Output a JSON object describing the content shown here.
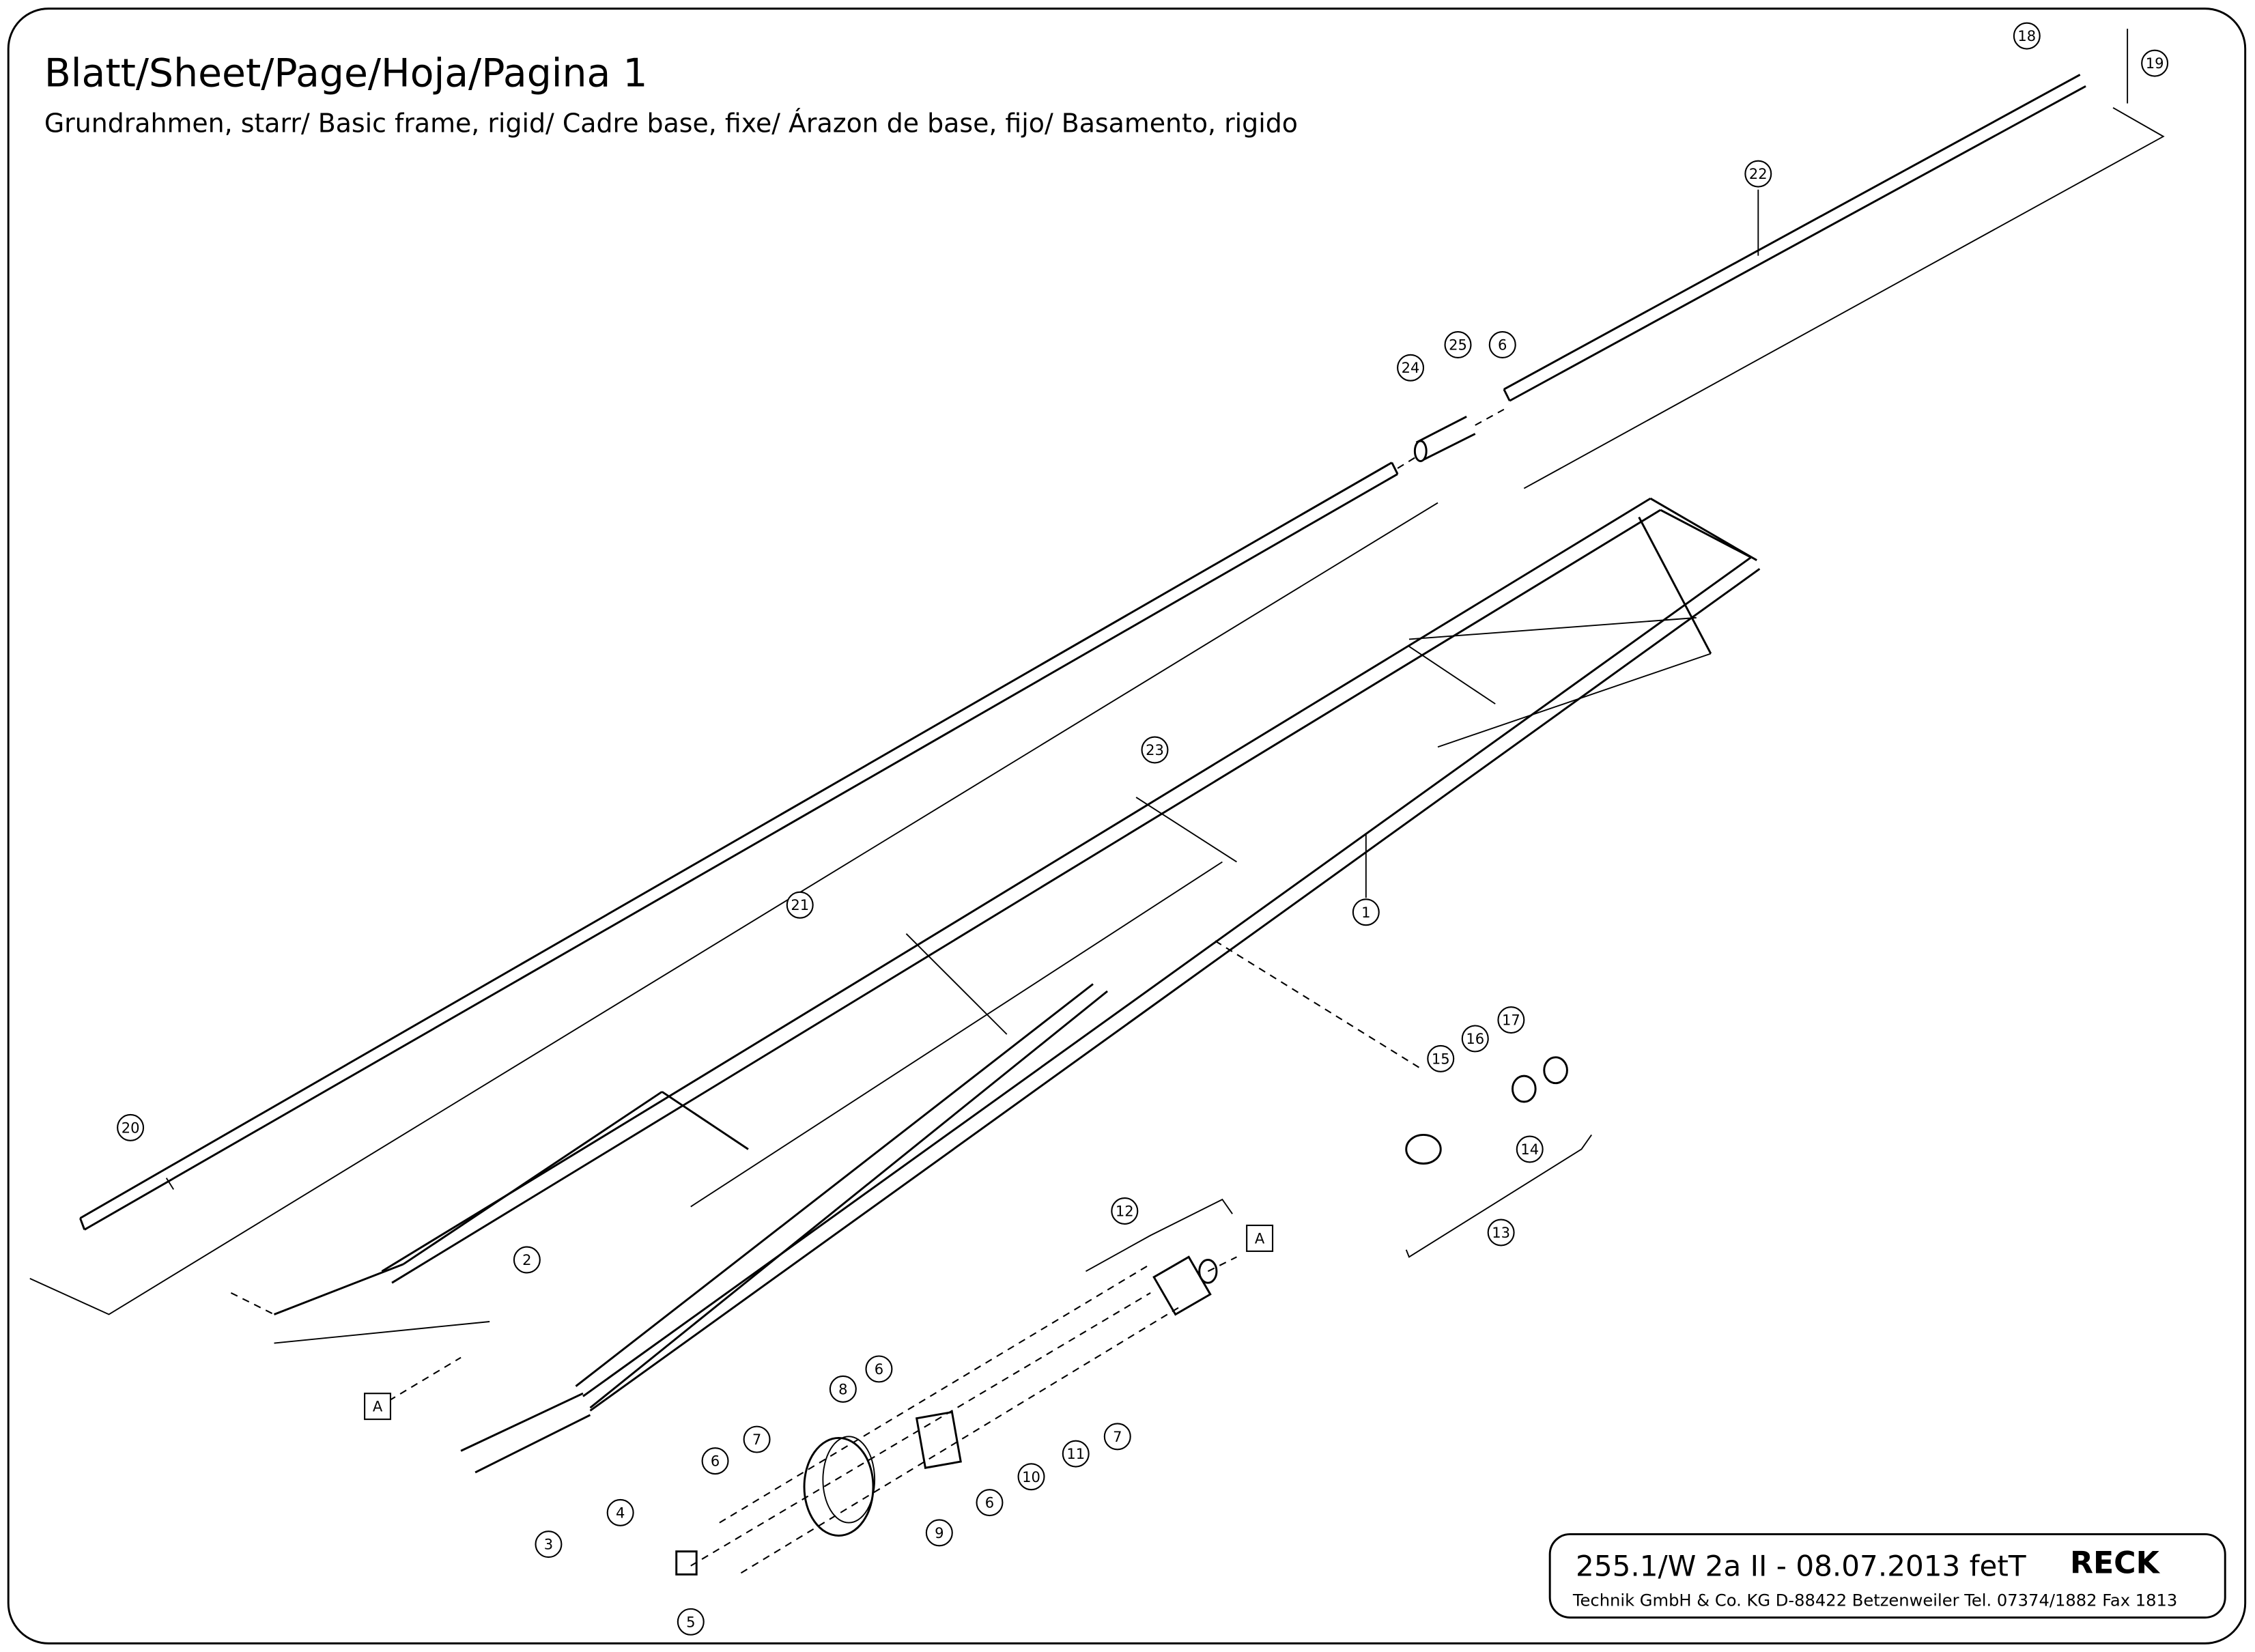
{
  "header": {
    "title": "Blatt/Sheet/Page/Hoja/Pagina 1",
    "subtitle": "Grundrahmen, starr/ Basic frame, rigid/ Cadre base, fixe/ Árazon de base, fijo/ Basamento, rigido"
  },
  "callouts": [
    "18",
    "19",
    "22",
    "24",
    "25",
    "6",
    "23",
    "21",
    "1",
    "20",
    "15",
    "16",
    "17",
    "14",
    "13",
    "12",
    "2",
    "4",
    "3",
    "8",
    "6",
    "7",
    "6",
    "9",
    "6",
    "10",
    "11",
    "7",
    "5"
  ],
  "section_marks": [
    "A",
    "A"
  ],
  "title_block": {
    "drawing_number": "255.1/W 2a II - 08.07.2013 fetT",
    "logo": "RECK",
    "company": "Technik GmbH & Co. KG D-88422 Betzenweiler Tel. 07374/1882 Fax 1813"
  }
}
